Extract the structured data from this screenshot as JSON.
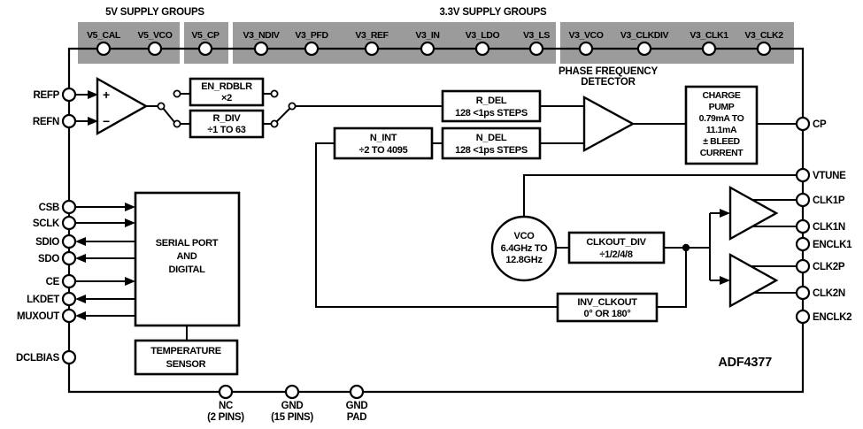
{
  "figure": {
    "part_number": "ADF4377"
  },
  "colors": {
    "supply_box_gray": "#9b9b9b",
    "line_black": "#000000",
    "background": "#ffffff"
  },
  "supply_rail": {
    "group_5v_label": "5V SUPPLY GROUPS",
    "group_3v3_label": "3.3V SUPPLY GROUPS",
    "pins": [
      "V5_CAL",
      "V5_VCO",
      "V5_CP",
      "V3_NDIV",
      "V3_PFD",
      "V3_REF",
      "V3_IN",
      "V3_LDO",
      "V3_LS",
      "V3_VCO",
      "V3_CLKDIV",
      "V3_CLK1",
      "V3_CLK2"
    ]
  },
  "left_pins": [
    "REFP",
    "REFN",
    "CSB",
    "SCLK",
    "SDIO",
    "SDO",
    "CE",
    "LKDET",
    "MUXOUT",
    "DCLBIAS"
  ],
  "right_pins": [
    "CP",
    "VTUNE",
    "CLK1P",
    "CLK1N",
    "ENCLK1",
    "CLK2P",
    "CLK2N",
    "ENCLK2"
  ],
  "bottom_pins": {
    "nc": [
      "NC",
      "(2 PINS)"
    ],
    "gnd": [
      "GND",
      "(15 PINS)"
    ],
    "gnd_pad": [
      "GND",
      "PAD"
    ]
  },
  "comparator": {
    "plus": "+",
    "minus": "−"
  },
  "blocks": {
    "en_rdblr": [
      "EN_RDBLR",
      "×2"
    ],
    "r_div": [
      "R_DIV",
      "÷1 TO 63"
    ],
    "r_del": [
      "R_DEL",
      "128 <1ps STEPS"
    ],
    "n_int": [
      "N_INT",
      "÷2 TO 4095"
    ],
    "n_del": [
      "N_DEL",
      "128 <1ps STEPS"
    ],
    "pfd": [
      "PHASE FREQUENCY",
      "DETECTOR"
    ],
    "charge_pump": [
      "CHARGE",
      "PUMP",
      "0.79mA TO",
      "11.1mA",
      "± BLEED",
      "CURRENT"
    ],
    "vco": [
      "VCO",
      "6.4GHz TO",
      "12.8GHz"
    ],
    "clkout_div": [
      "CLKOUT_DIV",
      "÷1/2/4/8"
    ],
    "inv_clkout": [
      "INV_CLKOUT",
      "0° OR 180°"
    ],
    "serial_port": [
      "SERIAL PORT",
      "AND",
      "DIGITAL"
    ],
    "temp_sensor": [
      "TEMPERATURE",
      "SENSOR"
    ]
  }
}
